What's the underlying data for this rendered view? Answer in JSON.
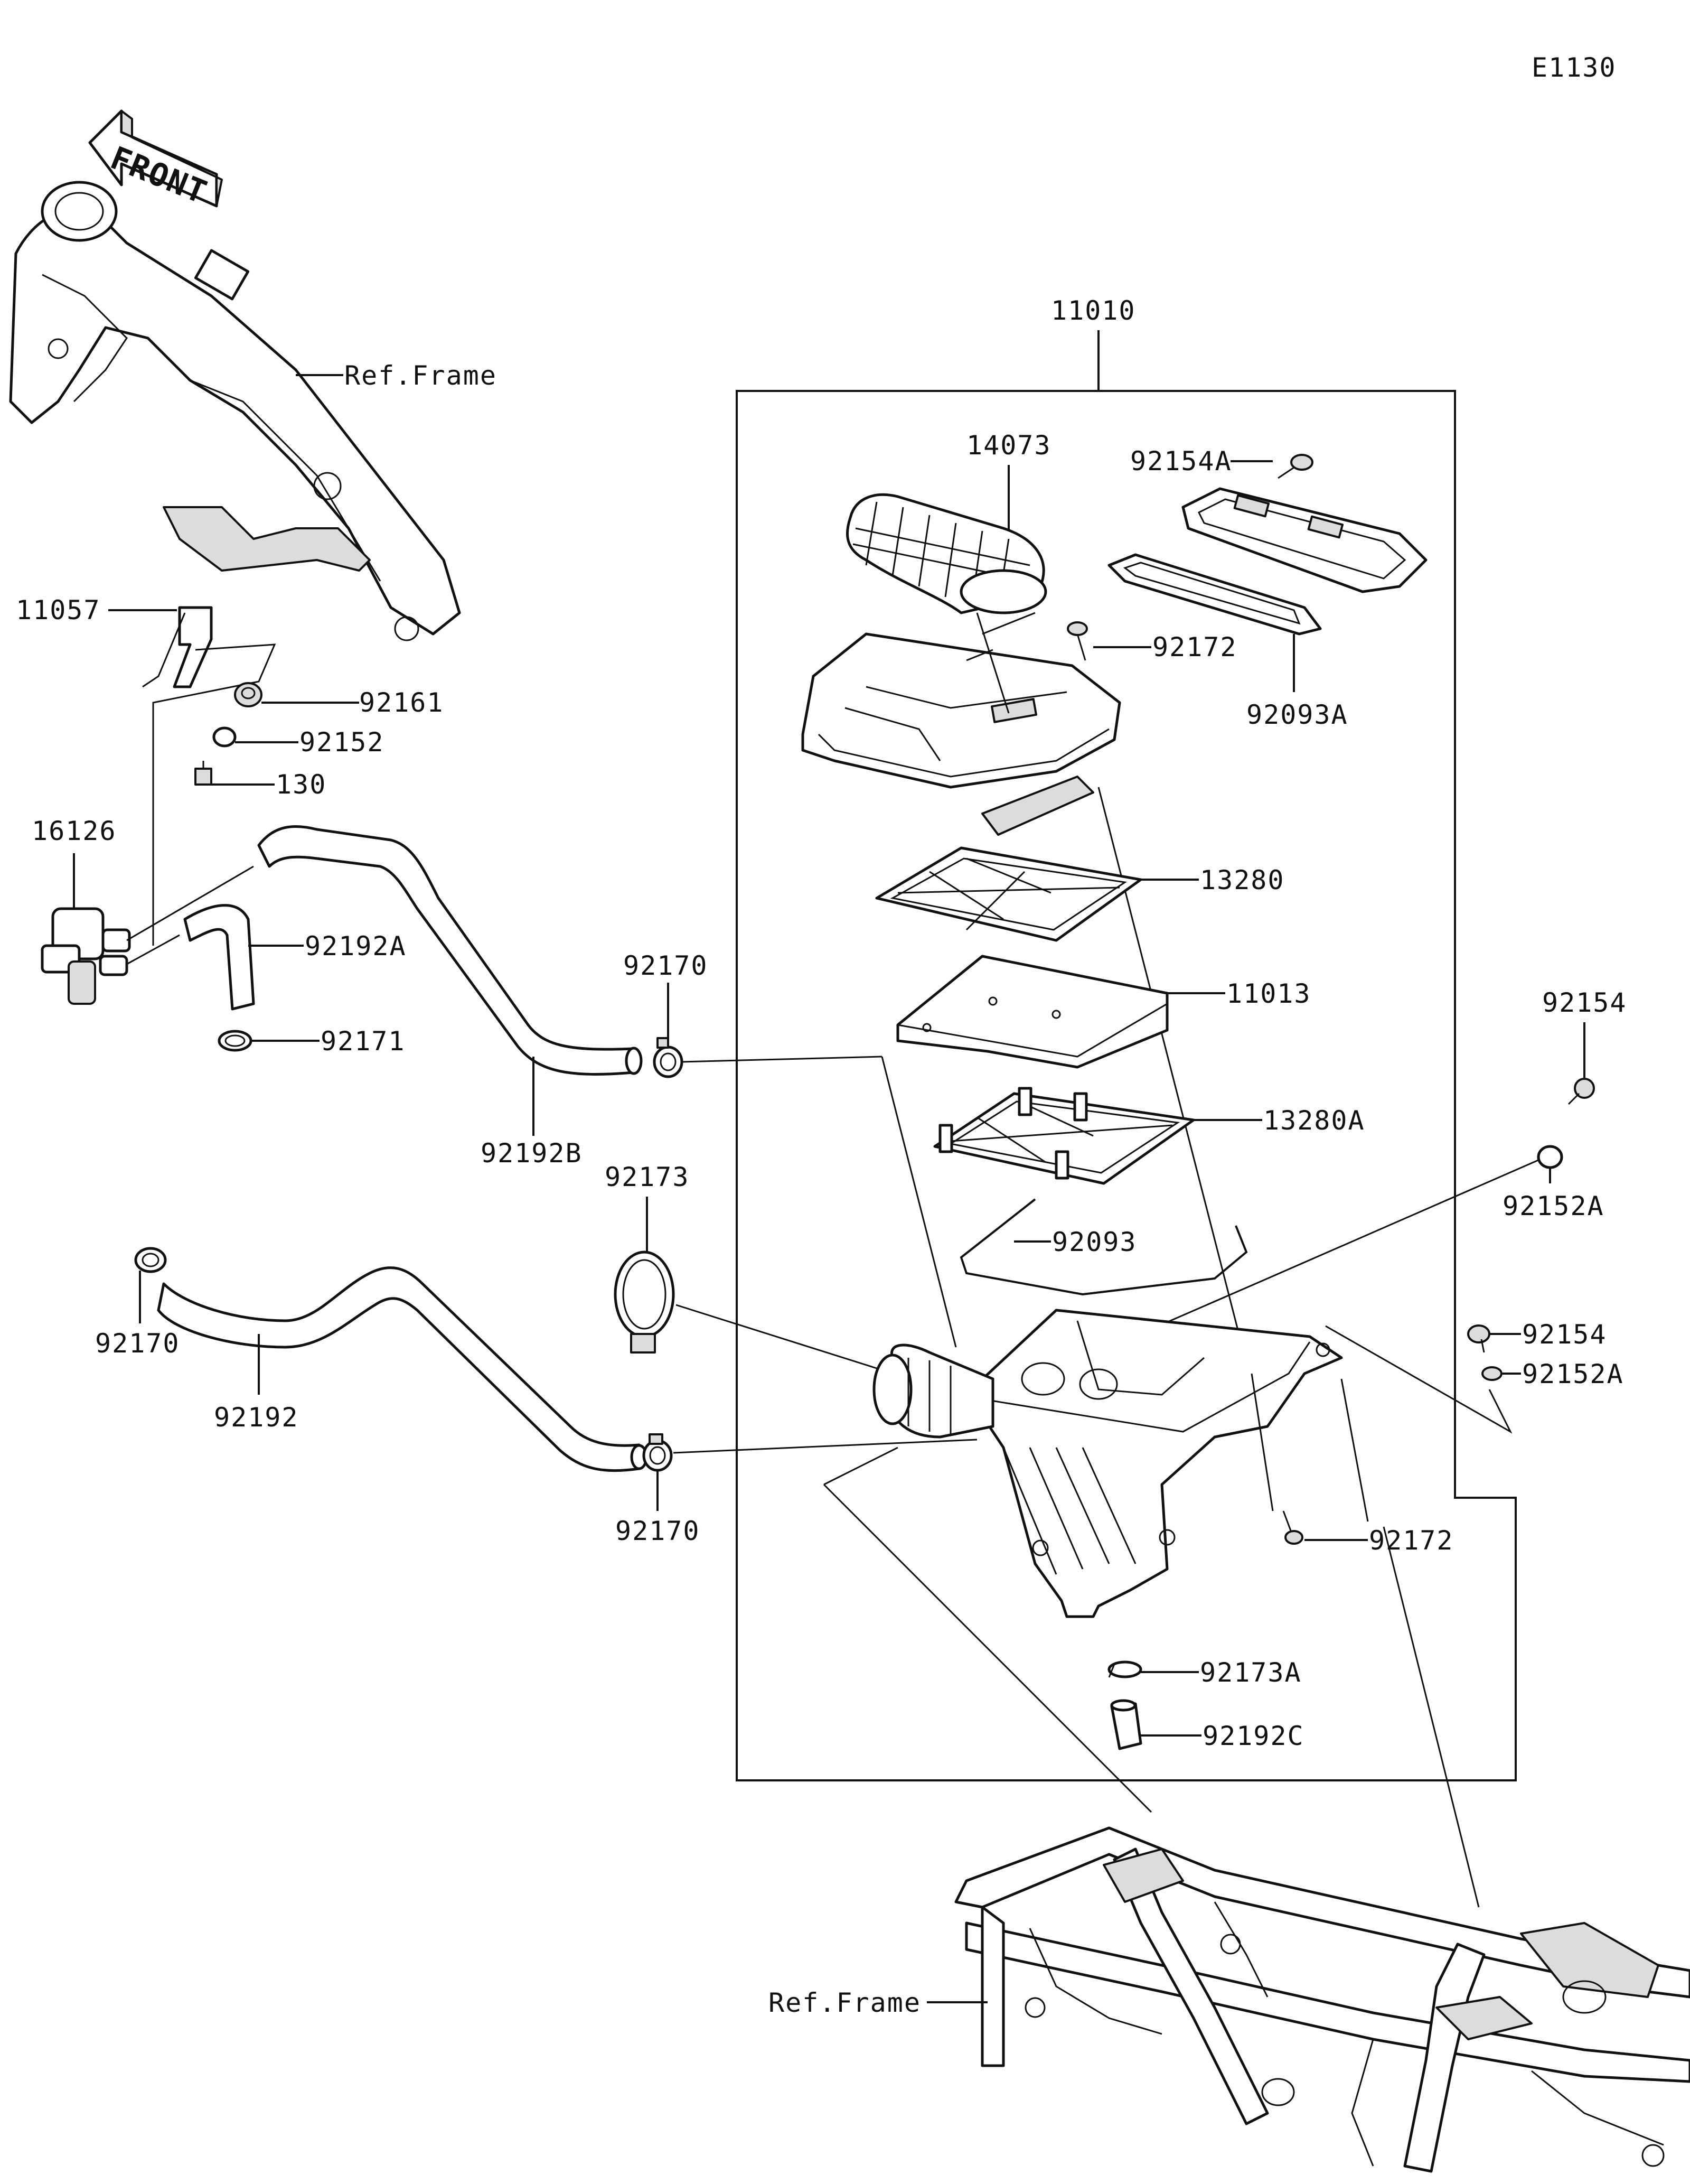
{
  "diagram_code": "E1130",
  "front_label": "FRONT",
  "ref_frame_label": "Ref.Frame",
  "assembly_label": "11010",
  "labels": {
    "p14073": "14073",
    "p92154A": "92154A",
    "p92172_top": "92172",
    "p92093A": "92093A",
    "p13280": "13280",
    "p11013": "11013",
    "p13280A": "13280A",
    "p92093": "92093",
    "p92154_right": "92154",
    "p92152A_right": "92152A",
    "p92154_lower": "92154",
    "p92152A_lower": "92152A",
    "p92172_lower": "92172",
    "p92173A": "92173A",
    "p92192C": "92192C",
    "p11057": "11057",
    "p92161": "92161",
    "p92152": "92152",
    "p130": "130",
    "p16126": "16126",
    "p92192A": "92192A",
    "p92171": "92171",
    "p92192B": "92192B",
    "p92170_top": "92170",
    "p92173": "92173",
    "p92170_left": "92170",
    "p92192": "92192",
    "p92170_bottom": "92170"
  }
}
